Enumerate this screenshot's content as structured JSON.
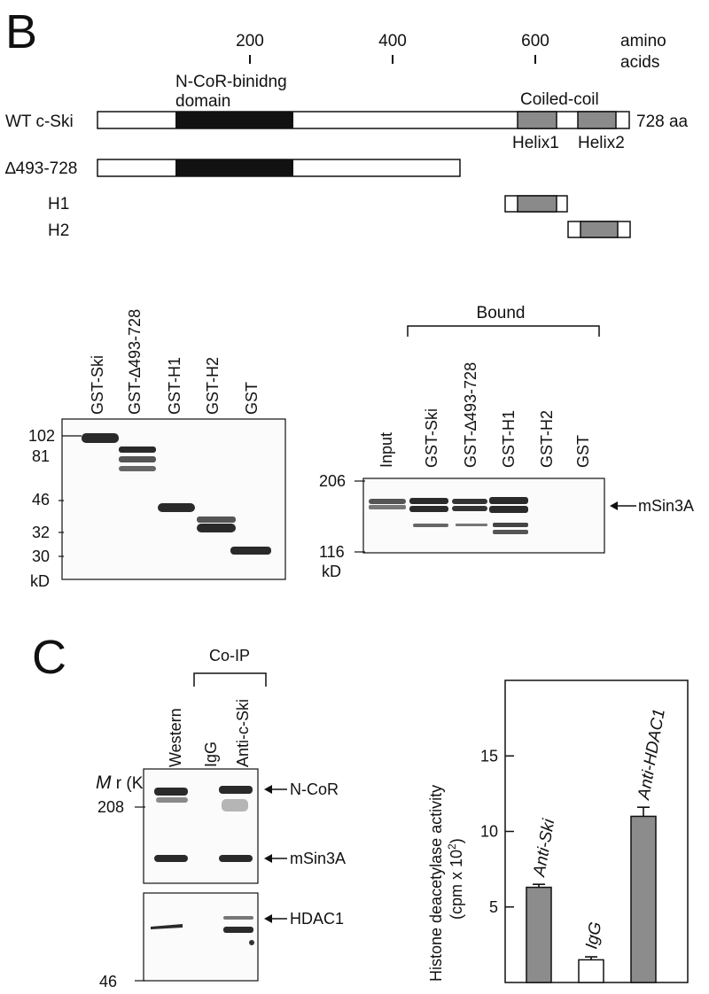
{
  "panel_b": {
    "letter": "B",
    "scale": {
      "ticks": [
        "200",
        "400",
        "600"
      ],
      "unit_line1": "amino",
      "unit_line2": "acids"
    },
    "ncor_line1": "N-CoR-binidng",
    "ncor_line2": "domain",
    "coiled_coil": "Coiled-coil",
    "helix1": "Helix1",
    "helix2": "Helix2",
    "length": "728 aa",
    "constructs": [
      "WT c-Ski",
      "∆493-728",
      "H1",
      "H2"
    ],
    "gel1": {
      "lanes": [
        "GST-Ski",
        "GST-∆493-728",
        "GST-H1",
        "GST-H2",
        "GST"
      ],
      "markers": [
        "102",
        "81",
        "46",
        "32",
        "30"
      ],
      "unit": "kD"
    },
    "gel2": {
      "bound": "Bound",
      "lanes": [
        "Input",
        "GST-Ski",
        "GST-∆493-728",
        "GST-H1",
        "GST-H2",
        "GST"
      ],
      "markers": [
        "206",
        "116"
      ],
      "unit": "kD",
      "band": "mSin3A"
    }
  },
  "panel_c": {
    "letter": "C",
    "coip": "Co-IP",
    "lanes": [
      "Western",
      "IgG",
      "Anti-c-Ski"
    ],
    "mr_italic": "M",
    "mr_rest": " r (K)",
    "markers": [
      "208",
      "46"
    ],
    "bands": [
      "N-CoR",
      "mSin3A",
      "HDAC1"
    ],
    "chart_data": {
      "type": "bar",
      "ylabel_line1": "Histone deacetylase activity",
      "ylabel_line2": "(cpm x 10",
      "ylabel_sup": "2",
      "ylabel_close": ")",
      "ylim": [
        0,
        20
      ],
      "yticks": [
        "5",
        "10",
        "15"
      ],
      "categories": [
        "Anti-Ski",
        "IgG",
        "Anti-HDAC1"
      ],
      "values": [
        6.3,
        1.5,
        11.0
      ],
      "errors": [
        0.2,
        0.2,
        0.6
      ],
      "colors": [
        "#8c8c8c",
        "#ffffff",
        "#8c8c8c"
      ]
    }
  }
}
